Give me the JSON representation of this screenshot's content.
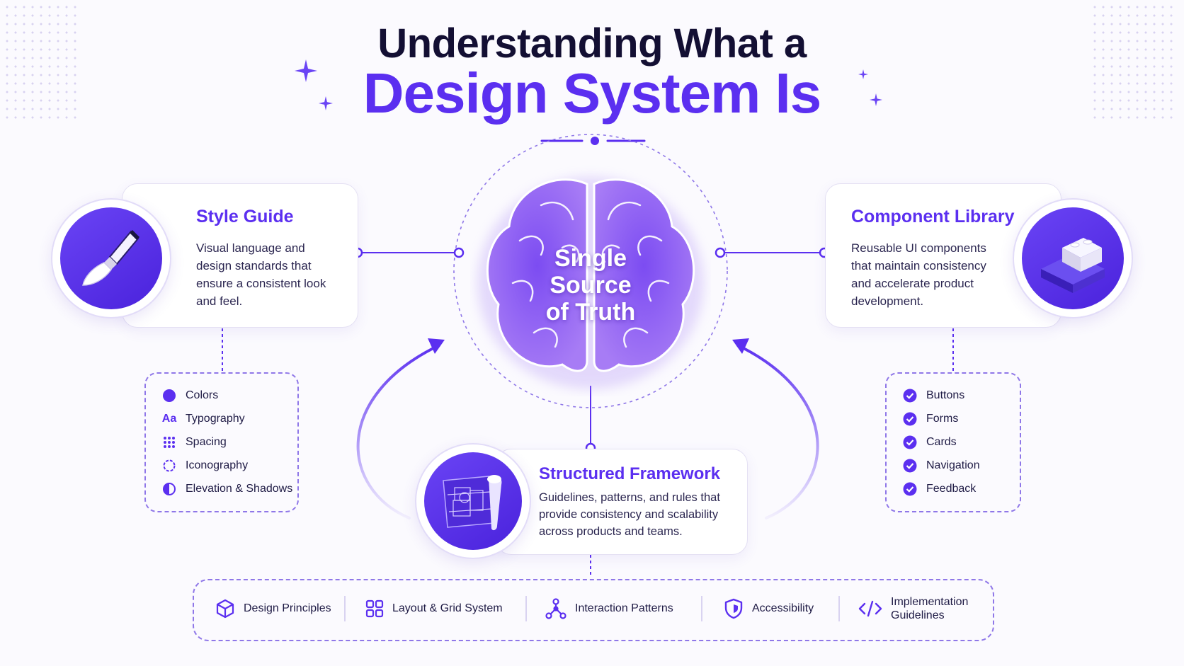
{
  "title": {
    "line1": "Understanding What a",
    "line2": "Design System Is"
  },
  "center": {
    "label": "Single Source of Truth",
    "icon": "brain-icon"
  },
  "style_guide": {
    "title": "Style Guide",
    "description": "Visual language and design standards that ensure a consistent look and feel.",
    "icon": "paintbrush-icon",
    "items": [
      {
        "label": "Colors",
        "icon": "circle-fill-icon"
      },
      {
        "label": "Typography",
        "icon": "Aa"
      },
      {
        "label": "Spacing",
        "icon": "grid-dots-icon"
      },
      {
        "label": "Iconography",
        "icon": "circle-dashed-icon"
      },
      {
        "label": "Elevation & Shadows",
        "icon": "half-circle-icon"
      }
    ]
  },
  "component_library": {
    "title": "Component Library",
    "description": "Reusable UI components that maintain consistency and accelerate product development.",
    "icon": "building-blocks-icon",
    "items": [
      {
        "label": "Buttons",
        "icon": "check-circle-icon"
      },
      {
        "label": "Forms",
        "icon": "check-circle-icon"
      },
      {
        "label": "Cards",
        "icon": "check-circle-icon"
      },
      {
        "label": "Navigation",
        "icon": "check-circle-icon"
      },
      {
        "label": "Feedback",
        "icon": "check-circle-icon"
      }
    ]
  },
  "framework": {
    "title": "Structured Framework",
    "description": "Guidelines, patterns, and rules that provide consistency and scalability across products and teams.",
    "icon": "blueprint-icon"
  },
  "bottom_bar": [
    {
      "label": "Design Principles",
      "icon": "cube-icon"
    },
    {
      "label": "Layout & Grid System",
      "icon": "grid-icon"
    },
    {
      "label": "Interaction Patterns",
      "icon": "nodes-icon"
    },
    {
      "label": "Accessibility",
      "icon": "shield-icon"
    },
    {
      "label": "Implementation Guidelines",
      "icon": "code-icon"
    }
  ],
  "colors": {
    "accent": "#5b2ff0",
    "title_dark": "#130f33",
    "brain": "#8a5cf0"
  }
}
